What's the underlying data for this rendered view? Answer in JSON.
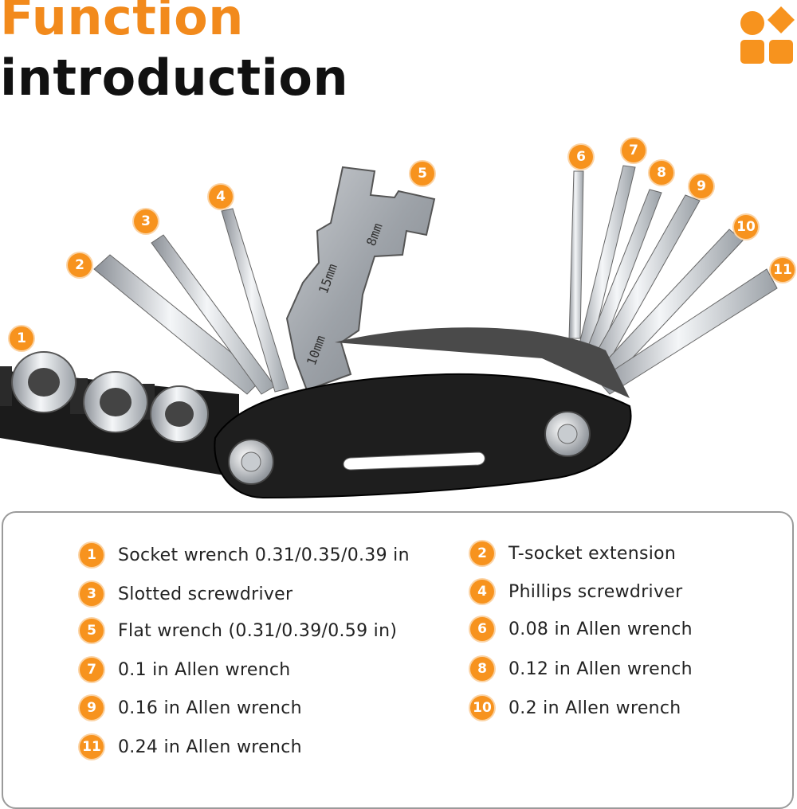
{
  "title": {
    "line1": "Function",
    "line2": "introduction"
  },
  "brand_color": "#f7931e",
  "photo_callouts": [
    "1",
    "2",
    "3",
    "4",
    "5",
    "6",
    "7",
    "8",
    "9",
    "10",
    "11"
  ],
  "tool_engravings": {
    "a": "15mm",
    "b": "8mm",
    "c": "10mm"
  },
  "legend": [
    {
      "num": "1",
      "text": "Socket wrench 0.31/0.35/0.39 in"
    },
    {
      "num": "2",
      "text": "T-socket extension"
    },
    {
      "num": "3",
      "text": "Slotted screwdriver"
    },
    {
      "num": "4",
      "text": "Phillips screwdriver"
    },
    {
      "num": "5",
      "text": "Flat wrench (0.31/0.39/0.59 in)"
    },
    {
      "num": "6",
      "text": "0.08 in Allen wrench"
    },
    {
      "num": "7",
      "text": "0.1 in Allen wrench"
    },
    {
      "num": "8",
      "text": "0.12 in Allen wrench"
    },
    {
      "num": "9",
      "text": "0.16 in Allen wrench"
    },
    {
      "num": "10",
      "text": "0.2 in Allen wrench"
    },
    {
      "num": "11",
      "text": "0.24 in Allen wrench"
    }
  ]
}
